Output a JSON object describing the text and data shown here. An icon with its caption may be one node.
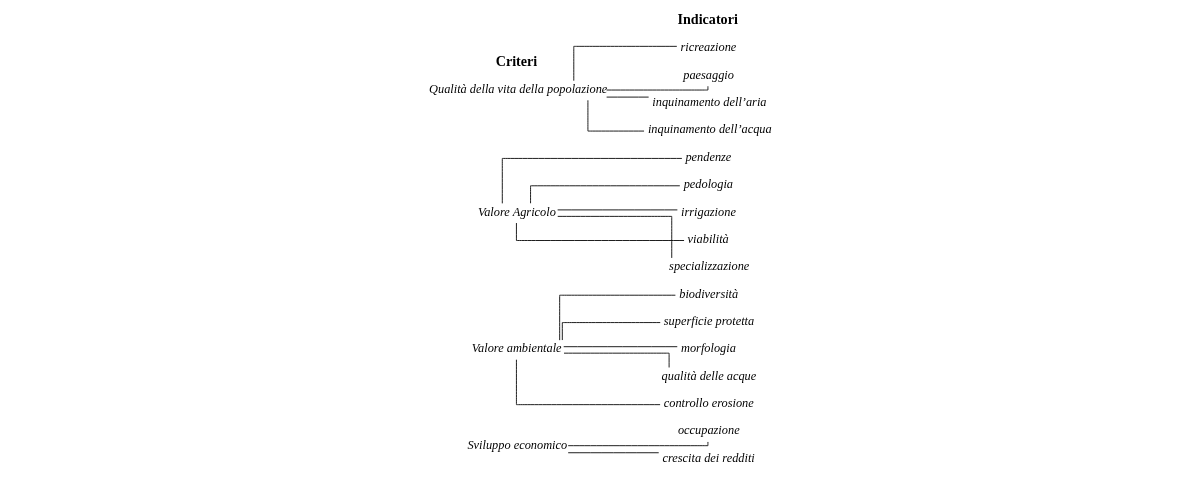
{
  "diagram": {
    "nodes": [
      {
        "text": [
          "Sviluppo economico"
        ]
      },
      {
        "text": [
          "occupazione"
        ]
      },
      {
        "text": [
          "crescita dei redditi"
        ]
      },
      {
        "text": [
          "Valore ambientale"
        ]
      },
      {
        "text": [
          "biodiversità"
        ]
      },
      {
        "text": [
          "superficie protetta"
        ]
      },
      {
        "text": [
          "morfologia"
        ]
      },
      {
        "text": [
          "qualità delle acque"
        ]
      },
      {
        "text": [
          "controllo erosione"
        ]
      },
      {
        "text": [
          "Valore Agricolo"
        ]
      },
      {
        "text": [
          "pendenze"
        ]
      },
      {
        "text": [
          "pedologia"
        ]
      },
      {
        "text": [
          "irrigazione"
        ]
      },
      {
        "text": [
          "viabilità"
        ]
      },
      {
        "text": [
          "specializzazione"
        ]
      },
      {
        "text": [
          "Qualità della vita della popolazione"
        ]
      },
      {
        "text": [
          "ricreazione"
        ]
      },
      {
        "text": [
          "paesaggio"
        ]
      },
      {
        "text": [
          "inquinamento dell’aria"
        ]
      },
      {
        "text": [
          "inquinamento dell’acqua"
        ]
      }
    ],
    "edges": [
      {
        "from": 0,
        "to": 1,
        "arrow": "none"
      },
      {
        "from": 0,
        "to": 2,
        "arrow": "none"
      },
      {
        "from": 3,
        "to": 4,
        "arrow": "none"
      },
      {
        "from": 3,
        "to": 5,
        "arrow": "none"
      },
      {
        "from": 3,
        "to": 6,
        "arrow": "none"
      },
      {
        "from": 3,
        "to": 7,
        "arrow": "none"
      },
      {
        "from": 3,
        "to": 8,
        "arrow": "none"
      },
      {
        "from": 9,
        "to": 10,
        "arrow": "none"
      },
      {
        "from": 9,
        "to": 11,
        "arrow": "none"
      },
      {
        "from": 9,
        "to": 12,
        "arrow": "none"
      },
      {
        "from": 9,
        "to": 13,
        "arrow": "none"
      },
      {
        "from": 9,
        "to": 14,
        "arrow": "none"
      },
      {
        "from": 15,
        "to": 16,
        "arrow": "none"
      },
      {
        "from": 15,
        "to": 17,
        "arrow": "none"
      },
      {
        "from": 15,
        "to": 18,
        "arrow": "none"
      },
      {
        "from": 15,
        "to": 19,
        "arrow": "none"
      }
    ],
    "labels": [
      "Criteri",
      "Indicatori"
    ]
  }
}
